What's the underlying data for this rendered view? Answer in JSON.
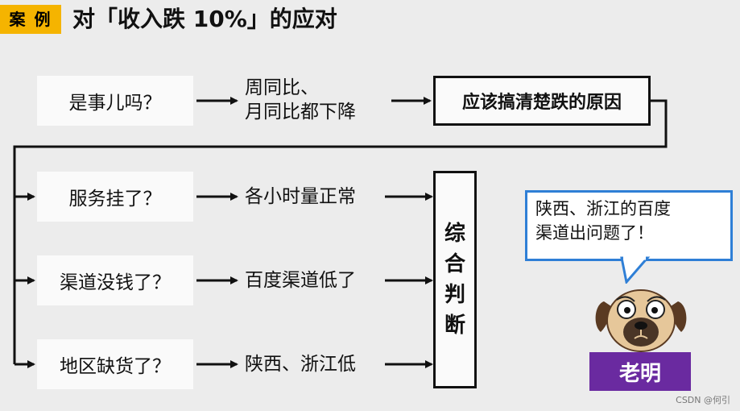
{
  "header": {
    "badge": "案 例",
    "title": "对「收入跌 10%」的应对"
  },
  "rows": [
    {
      "question": "是事儿吗？",
      "finding_line1": "周同比、",
      "finding_line2": "月同比都下降"
    },
    {
      "question": "服务挂了？",
      "finding": "各小时量正常"
    },
    {
      "question": "渠道没钱了？",
      "finding": "百度渠道低了"
    },
    {
      "question": "地区缺货了？",
      "finding": "陕西、浙江低"
    }
  ],
  "conclusion": "应该搞清楚跌的原因",
  "synthesis": [
    "综",
    "合",
    "判",
    "断"
  ],
  "speech": {
    "line1": "陕西、浙江的百度",
    "line2": "渠道出问题了！"
  },
  "character": {
    "name": "老明",
    "icon": "pug-dog-icon"
  },
  "watermark": "CSDN @何引",
  "colors": {
    "badge": "#f5b400",
    "bubble_border": "#2f7fd6",
    "name_tag": "#6a2aa0"
  }
}
